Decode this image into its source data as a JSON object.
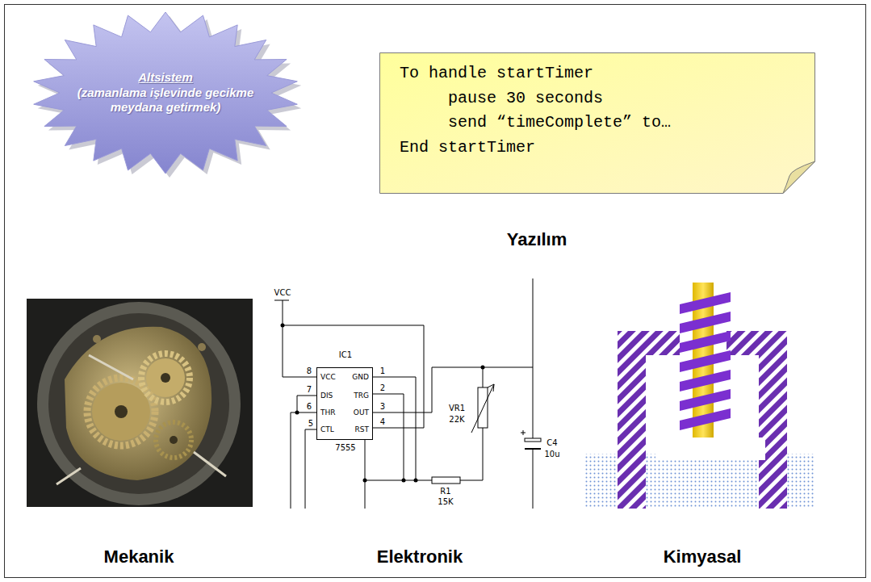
{
  "diagram": {
    "nodes": [
      {
        "text": [
          "Altsistem",
          "(zamanlama işlevinde gecikme meydana getirmek)"
        ]
      },
      {
        "text": [
          "To handle startTimer",
          "pause 30 seconds",
          "send “timeComplete” to…",
          "End startTimer",
          "Yazılım"
        ]
      },
      {
        "text": [
          "IC1",
          "VCC",
          "GND",
          "DIS",
          "TRG",
          "THR",
          "OUT",
          "CTL",
          "RST",
          "7555"
        ]
      }
    ],
    "labels": [
      "Mekanik",
      "Elektronik",
      "Kimyasal",
      "VCC",
      "8",
      "7",
      "6",
      "5",
      "1",
      "2",
      "3",
      "4",
      "VR1",
      "22K",
      "R1",
      "15K",
      "C4",
      "10u"
    ]
  }
}
